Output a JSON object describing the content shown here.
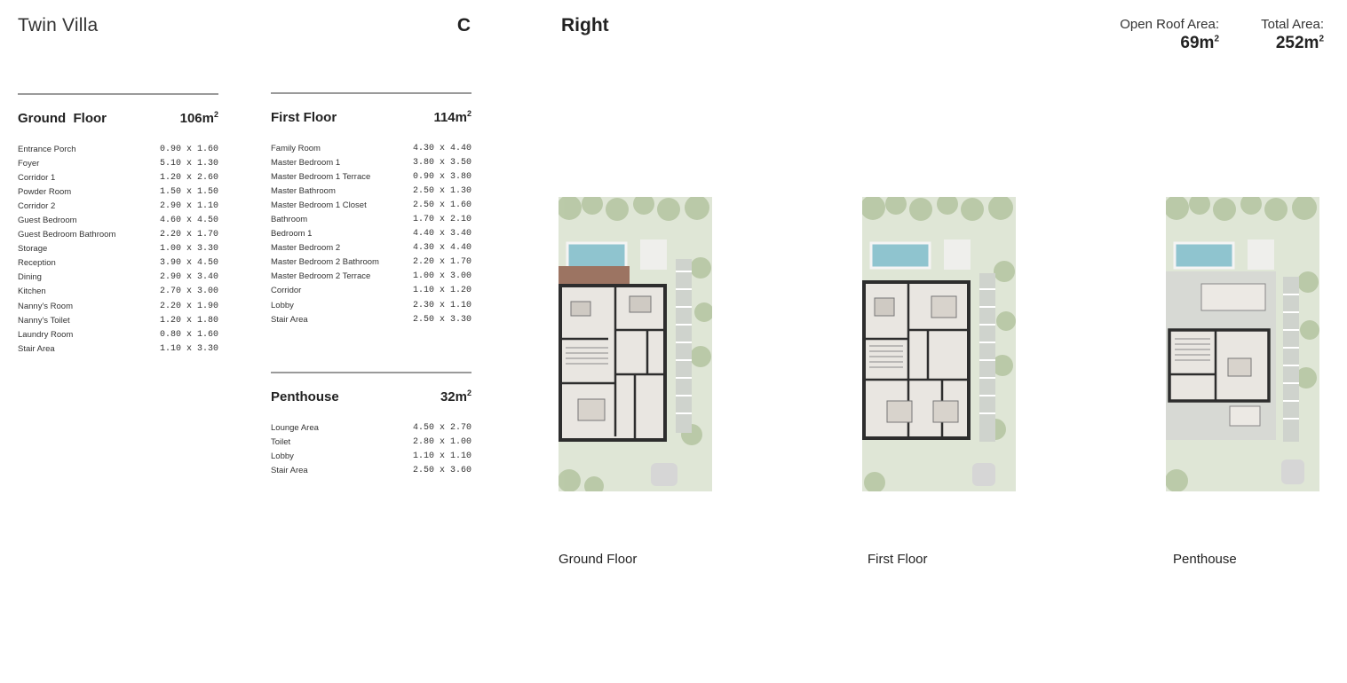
{
  "header": {
    "villa_title": "Twin Villa",
    "villa_type": "C",
    "orientation": "Right",
    "open_roof_label": "Open Roof Area:",
    "open_roof_value": "69m",
    "total_area_label": "Total Area:",
    "total_area_value": "252m",
    "unit_superscript": "2"
  },
  "floors": {
    "ground": {
      "name": "Ground  Floor",
      "area": "106m",
      "rooms": [
        {
          "room": "Entrance Porch",
          "dim": "0.90 x 1.60"
        },
        {
          "room": "Foyer",
          "dim": "5.10 x 1.30"
        },
        {
          "room": "Corridor 1",
          "dim": "1.20 x 2.60"
        },
        {
          "room": "Powder Room",
          "dim": "1.50 x 1.50"
        },
        {
          "room": "Corridor 2",
          "dim": "2.90 x 1.10"
        },
        {
          "room": "Guest Bedroom",
          "dim": "4.60 x 4.50"
        },
        {
          "room": "Guest Bedroom Bathroom",
          "dim": "2.20 x 1.70"
        },
        {
          "room": "Storage",
          "dim": "1.00 x 3.30"
        },
        {
          "room": "Reception",
          "dim": "3.90 x 4.50"
        },
        {
          "room": "Dining",
          "dim": "2.90 x 3.40"
        },
        {
          "room": "Kitchen",
          "dim": "2.70 x 3.00"
        },
        {
          "room": "Nanny's Room",
          "dim": "2.20 x 1.90"
        },
        {
          "room": "Nanny's Toilet",
          "dim": "1.20 x 1.80"
        },
        {
          "room": "Laundry Room",
          "dim": "0.80 x 1.60"
        },
        {
          "room": "Stair Area",
          "dim": "1.10 x 3.30"
        }
      ]
    },
    "first": {
      "name": "First Floor",
      "area": "114m",
      "rooms": [
        {
          "room": "Family Room",
          "dim": "4.30 x 4.40"
        },
        {
          "room": "Master Bedroom 1",
          "dim": "3.80 x 3.50"
        },
        {
          "room": "Master Bedroom 1 Terrace",
          "dim": "0.90 x 3.80"
        },
        {
          "room": "Master Bathroom",
          "dim": "2.50 x 1.30"
        },
        {
          "room": "Master Bedroom 1 Closet",
          "dim": "2.50 x 1.60"
        },
        {
          "room": "Bathroom",
          "dim": "1.70 x 2.10"
        },
        {
          "room": "Bedroom 1",
          "dim": "4.40 x 3.40"
        },
        {
          "room": "Master Bedroom 2",
          "dim": "4.30 x 4.40"
        },
        {
          "room": "Master Bedroom 2 Bathroom",
          "dim": "2.20 x 1.70"
        },
        {
          "room": "Master Bedroom 2 Terrace",
          "dim": "1.00 x 3.00"
        },
        {
          "room": "Corridor",
          "dim": "1.10 x 1.20"
        },
        {
          "room": "Lobby",
          "dim": "2.30 x 1.10"
        },
        {
          "room": "Stair Area",
          "dim": "2.50 x 3.30"
        }
      ]
    },
    "penthouse": {
      "name": "Penthouse",
      "area": "32m",
      "rooms": [
        {
          "room": "Lounge Area",
          "dim": "4.50 x 2.70"
        },
        {
          "room": "Toilet",
          "dim": "2.80 x 1.00"
        },
        {
          "room": "Lobby",
          "dim": "1.10 x 1.10"
        },
        {
          "room": "Stair Area",
          "dim": "2.50 x 3.60"
        }
      ]
    }
  },
  "plans": {
    "ground_caption": "Ground Floor",
    "first_caption": "First Floor",
    "penthouse_caption": "Penthouse"
  },
  "colors": {
    "garden": "#dfe6d6",
    "tree": "#b7c6a4",
    "pool": "#8fc4cf",
    "deck": "#9c7462",
    "floor": "#e9e6e1",
    "wall": "#2d2d2d",
    "rule": "#9a9a9a"
  }
}
